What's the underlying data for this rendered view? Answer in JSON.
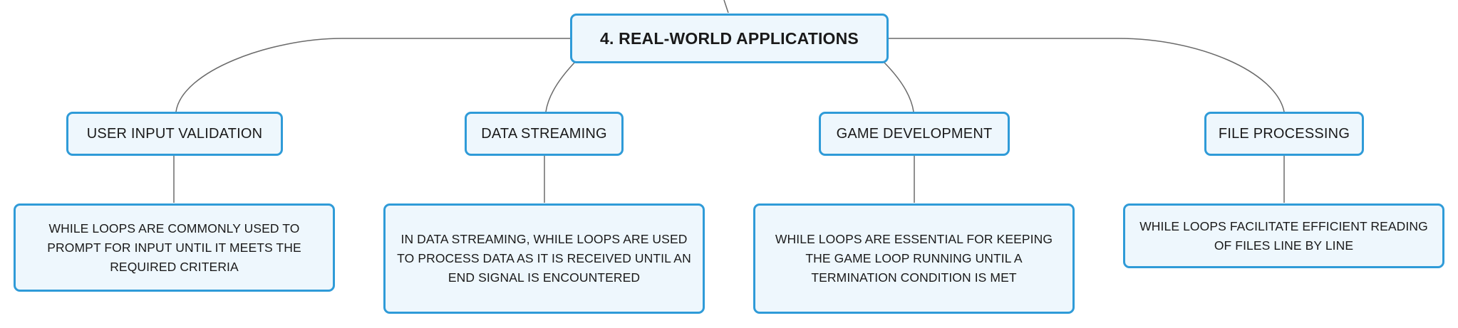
{
  "root": {
    "label": "4. REAL-WORLD APPLICATIONS"
  },
  "categories": [
    {
      "label": "USER INPUT VALIDATION",
      "detail": "WHILE LOOPS ARE COMMONLY USED TO PROMPT FOR INPUT UNTIL IT MEETS THE REQUIRED CRITERIA"
    },
    {
      "label": "DATA STREAMING",
      "detail": "IN DATA STREAMING, WHILE LOOPS ARE USED TO PROCESS DATA AS IT IS RECEIVED UNTIL AN END SIGNAL IS ENCOUNTERED"
    },
    {
      "label": "GAME DEVELOPMENT",
      "detail": "WHILE LOOPS ARE ESSENTIAL FOR KEEPING THE GAME LOOP RUNNING UNTIL A TERMINATION CONDITION IS MET"
    },
    {
      "label": "FILE PROCESSING",
      "detail": "WHILE LOOPS FACILITATE EFFICIENT READING OF FILES LINE BY LINE"
    }
  ],
  "colors": {
    "node_border": "#2f9bd8",
    "node_fill": "#eef7fd",
    "connector": "#6a6a6a",
    "text": "#1a1a1a"
  }
}
